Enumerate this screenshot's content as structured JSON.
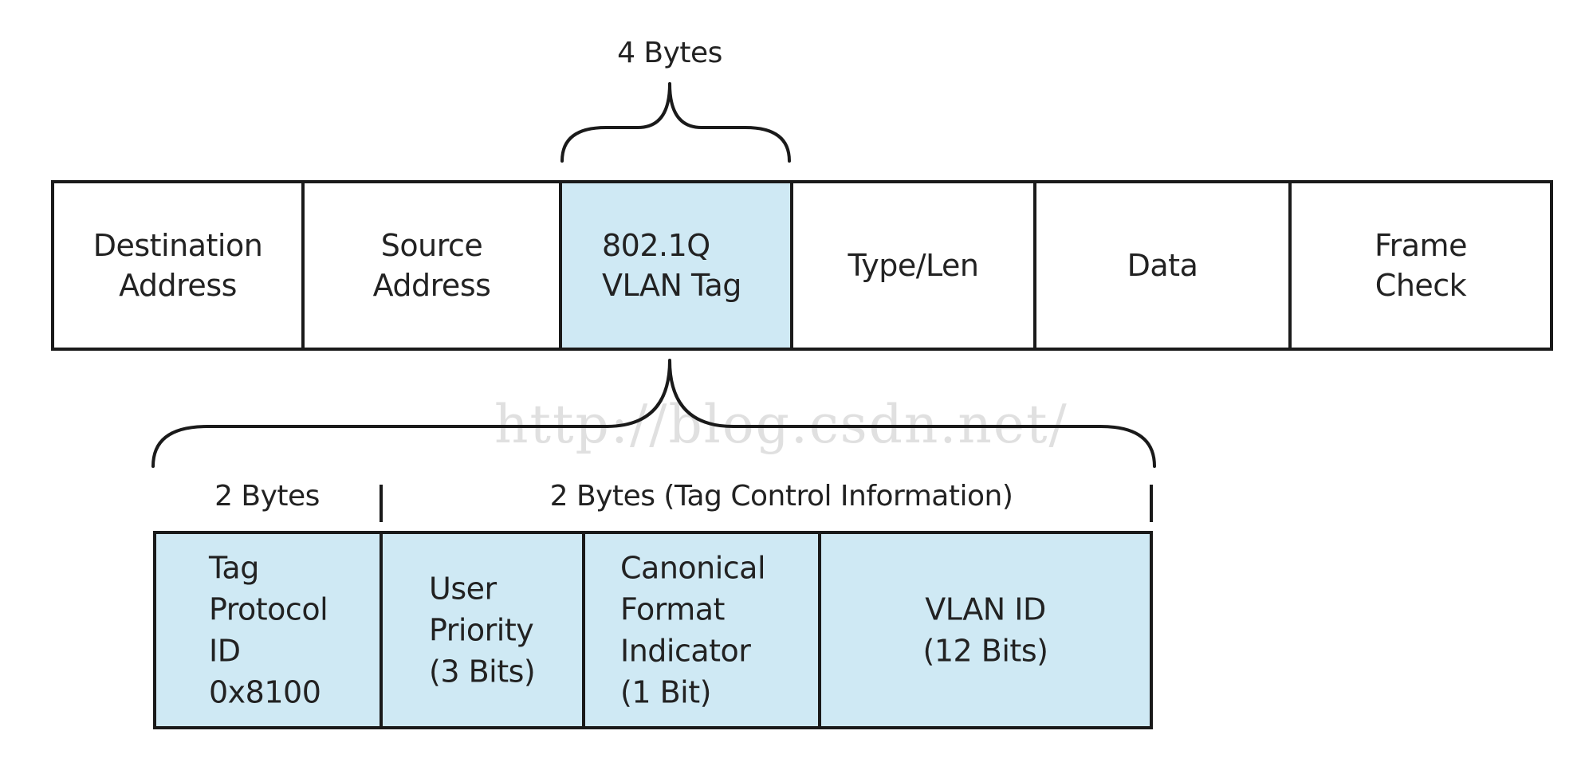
{
  "colors": {
    "highlight_fill": "#cfe9f4",
    "plain_fill": "#ffffff",
    "stroke": "#1a1a1a",
    "text": "#222222"
  },
  "top_brace_label": "4 Bytes",
  "frame_fields": [
    {
      "name": "destination-address",
      "lines": [
        "Destination",
        "Address"
      ],
      "highlight": false
    },
    {
      "name": "source-address",
      "lines": [
        "Source",
        "Address"
      ],
      "highlight": false
    },
    {
      "name": "vlan-tag",
      "lines": [
        "802.1Q",
        "VLAN Tag"
      ],
      "highlight": true
    },
    {
      "name": "type-len",
      "lines": [
        "Type/Len"
      ],
      "highlight": false
    },
    {
      "name": "data",
      "lines": [
        "Data"
      ],
      "highlight": false
    },
    {
      "name": "frame-check",
      "lines": [
        "Frame",
        "Check"
      ],
      "highlight": false
    }
  ],
  "tag_section_labels": [
    "2 Bytes",
    "2 Bytes (Tag Control Information)"
  ],
  "tag_fields": [
    {
      "name": "tag-protocol-id",
      "lines": [
        "Tag",
        "Protocol",
        "ID",
        "0x8100"
      ],
      "highlight": true
    },
    {
      "name": "user-priority",
      "lines": [
        "User",
        "Priority",
        "(3 Bits)"
      ],
      "highlight": true
    },
    {
      "name": "canonical-format-indicator",
      "lines": [
        "Canonical",
        "Format",
        "Indicator",
        "(1 Bit)"
      ],
      "highlight": true
    },
    {
      "name": "vlan-id",
      "lines": [
        "VLAN ID",
        "(12 Bits)"
      ],
      "highlight": true
    }
  ],
  "watermark": "http://blog.csdn.net/"
}
